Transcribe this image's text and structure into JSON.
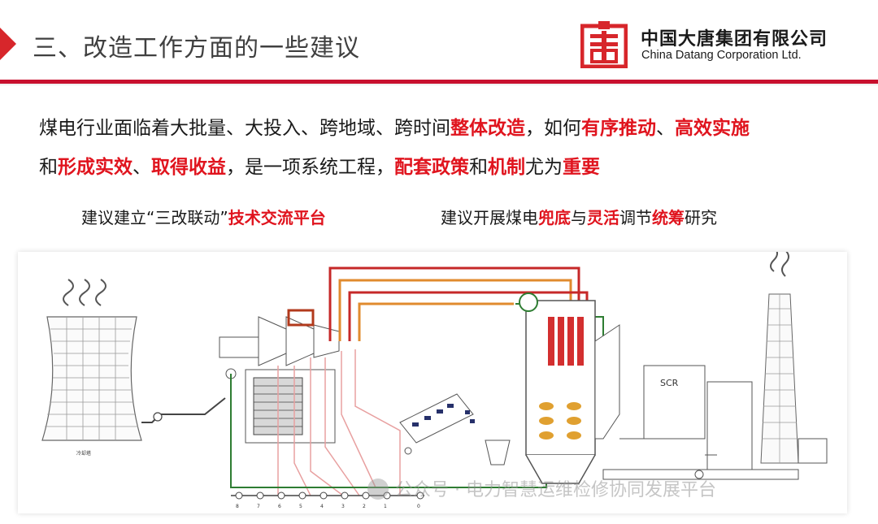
{
  "header": {
    "title": "三、改造工作方面的一些建议",
    "company_cn": "中国大唐集团有限公司",
    "company_en": "China Datang Corporation Ltd.",
    "brand_color": "#d7262b"
  },
  "body": {
    "line1": [
      {
        "text": "煤电行业面临着大批量、大投入、跨地域、跨时间",
        "hl": false
      },
      {
        "text": "整体改造",
        "hl": true
      },
      {
        "text": "，如何",
        "hl": false
      },
      {
        "text": "有序推动",
        "hl": true
      },
      {
        "text": "、",
        "hl": false
      },
      {
        "text": "高效实施",
        "hl": true
      }
    ],
    "line2": [
      {
        "text": "和",
        "hl": false
      },
      {
        "text": "形成实效",
        "hl": true
      },
      {
        "text": "、",
        "hl": false
      },
      {
        "text": "取得收益",
        "hl": true
      },
      {
        "text": "，是一项系统工程，",
        "hl": false
      },
      {
        "text": "配套政策",
        "hl": true
      },
      {
        "text": "和",
        "hl": false
      },
      {
        "text": "机制",
        "hl": true
      },
      {
        "text": "尤为",
        "hl": false
      },
      {
        "text": "重要",
        "hl": true
      }
    ],
    "highlight_color": "#e0141e"
  },
  "suggestions": {
    "left": [
      {
        "text": "建议建立“三改联动”",
        "hl": false
      },
      {
        "text": "技术交流平台",
        "hl": true
      }
    ],
    "right": [
      {
        "text": "建议开展煤电",
        "hl": false
      },
      {
        "text": "兜底",
        "hl": true
      },
      {
        "text": "与",
        "hl": false
      },
      {
        "text": "灵活",
        "hl": true
      },
      {
        "text": "调节",
        "hl": false
      },
      {
        "text": "统筹",
        "hl": true
      },
      {
        "text": "研究",
        "hl": false
      }
    ]
  },
  "diagram": {
    "scr_label": "SCR",
    "heater_labels": [
      "8",
      "7",
      "6",
      "5",
      "4",
      "3",
      "2",
      "1",
      "0"
    ],
    "watermark": "公众号 · 电力智慧运维检修协同发展平台"
  }
}
